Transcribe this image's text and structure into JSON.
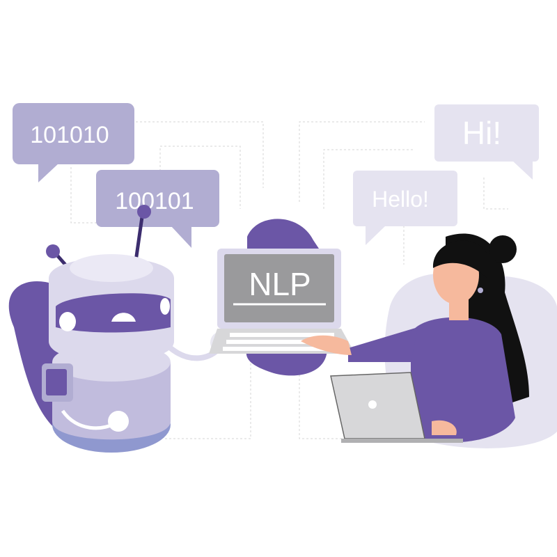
{
  "bubbles": {
    "robot_top": "101010",
    "robot_bottom": "100101",
    "human_small": "Hello!",
    "human_large": "Hi!"
  },
  "laptop_screen": {
    "label": "NLP"
  },
  "colors": {
    "purple": "#6b56a6",
    "bubble_dark": "#b1add2",
    "bubble_light": "#e5e3f0",
    "robot_body": "#dcd9ec",
    "robot_shadow": "#c1bcdd",
    "skin": "#f6b99d",
    "hair": "#111111",
    "laptop_gray": "#d7d7d9"
  }
}
